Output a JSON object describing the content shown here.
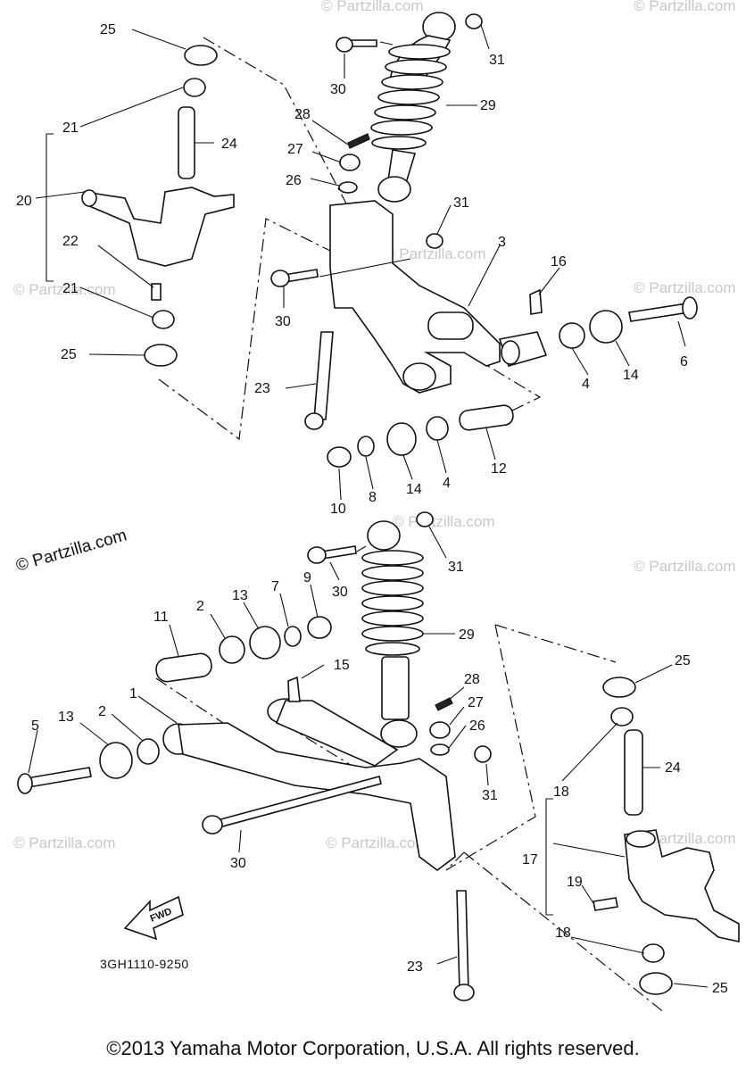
{
  "diagram": {
    "drawing_code": "3GH1110-9250",
    "fwd_label": "FWD",
    "watermark": "© Partzilla.com",
    "callouts": {
      "n1": "1",
      "n2": "2",
      "n3": "3",
      "n4": "4",
      "n5": "5",
      "n6": "6",
      "n7": "7",
      "n8": "8",
      "n9": "9",
      "n10": "10",
      "n11": "11",
      "n12": "12",
      "n13": "13",
      "n14": "14",
      "n15": "15",
      "n16": "16",
      "n17": "17",
      "n18": "18",
      "n19": "19",
      "n20": "20",
      "n21": "21",
      "n22": "22",
      "n23": "23",
      "n24": "24",
      "n25": "25",
      "n26": "26",
      "n27": "27",
      "n28": "28",
      "n29": "29",
      "n30": "30",
      "n31": "31"
    }
  },
  "footer": {
    "copyright": "©2013 Yamaha Motor Corporation, U.S.A. All rights reserved."
  }
}
